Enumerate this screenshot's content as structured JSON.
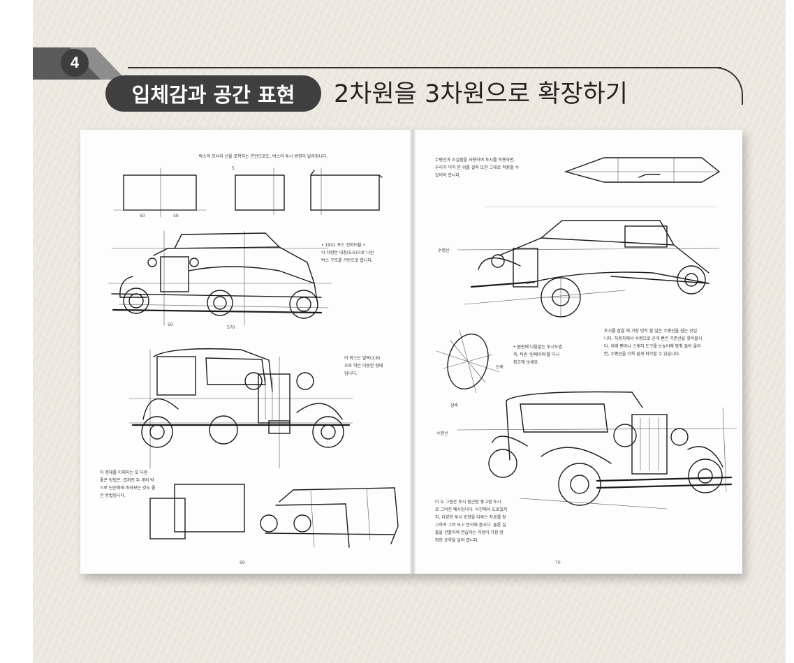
{
  "header": {
    "number": "4",
    "pill_title": "입체감과 공간 표현",
    "subtitle": "2차원을 3차원으로 확장하기"
  },
  "left_page": {
    "top_caption": "박스의 모서리 선을 포착하는 연관으로도, 박스의 투시 방향이 달라집니다.",
    "car1_note": "• 1931 포드 컨버터블 •\n이 차량은 대칭(5:5)으로 나뉜\n박스 구조를 기반으로 합니다.",
    "car2_note": "이 박스는 말목(1:6)\n으로 약간 이동한 형태\n입니다.",
    "bottom_note": "이 형태를 이해하는 또 다른\n좋은 방법은, 겹쳐진 두 개의 박\n스로 단순화해 바라보는 것도 좋\n은 방법입니다.",
    "page_number": "69",
    "dim_labels": [
      "50",
      "50",
      "5",
      "50",
      "570"
    ]
  },
  "right_page": {
    "top_caption": "수평선과 소실점을 사용하여 투시를 적용하면,\n우리가 익히 본 위를 걸쳐 또한 그대로 적용할 수\n있어야 합니다.",
    "horizon_label_1": "수평선",
    "horizon_label_2": "수평선",
    "side_note": "투시를 잡을 때 가장 먼저 할 일은 수평선을 잡는 것입\n니다. 자동차에서 수평으로 곧게 뻗은 기준선을 찾아봅시\n다. 이때 펜이나 스케치 도구를 눈높이에 맞춰 들어 올리\n면, 수평선을 더욱 쉽게 파악할 수 있습니다.",
    "wheel_note": "• 원판에 다음없는 투시도법\n즉, 타원 '원페이퍼'를 다시\n참고해 보세요.",
    "short_axis": "단축",
    "long_axis": "장축",
    "bottom_note": "이 두 그림은 투시 원근법 중 2점 투시\n로 그려진 예시입니다. 사진에서 도로있지\n지, 다양한 투시 방향을 다루는 차료를 찾\n고하여 그려 보고 분석해 봅시다. 물론 실\n물을 관찰하여 연습하는 과정이 가장 정\n확한 요약을 알려 줍니다.",
    "page_number": "70"
  },
  "colors": {
    "background": "#ebe8e0",
    "pill": "#3f3f3f",
    "tab_dark": "#5a5a5a",
    "ink": "#1a1a1a"
  }
}
